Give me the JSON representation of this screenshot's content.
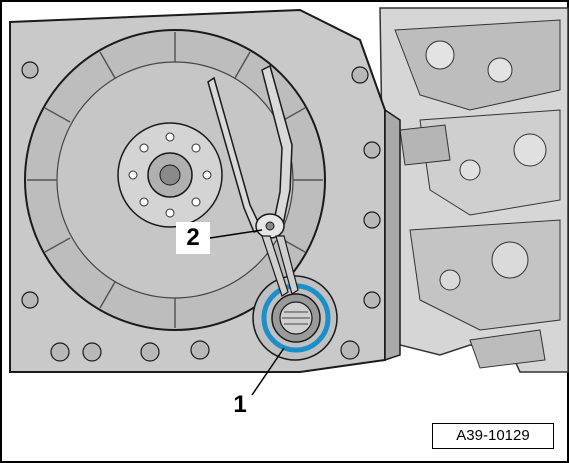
{
  "callouts": {
    "one": "1",
    "two": "2"
  },
  "reference_code": "A39-10129",
  "colors": {
    "highlight_ring": "#1a8fc9",
    "housing": "#c9c9c9",
    "outline": "#1a1a1a"
  }
}
